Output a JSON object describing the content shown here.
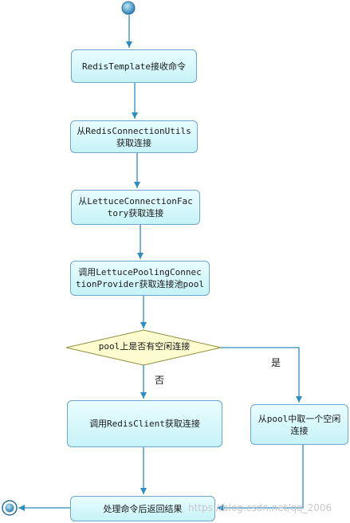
{
  "nodes": {
    "receive": "RedisTemplate接收命令",
    "utils": "从RedisConnectionUtils获取连接",
    "factory": "从LettuceConnectionFactory获取连接",
    "provider": "调用LettucePoolingConnectionProvider获取连接池pool",
    "decision": "pool上是否有空闲连接",
    "client": "调用RedisClient获取连接",
    "from_pool": "从pool中取一个空闲连接",
    "process": "处理命令后返回结果"
  },
  "labels": {
    "no": "否",
    "yes": "是"
  },
  "watermark": "https://blog.csdn.net/qq_2006",
  "colors": {
    "edge": "#2c8dbf",
    "node_border": "#6fa6cf",
    "diamond_fill": "#fdfccf",
    "diamond_border": "#8f8f3f"
  }
}
